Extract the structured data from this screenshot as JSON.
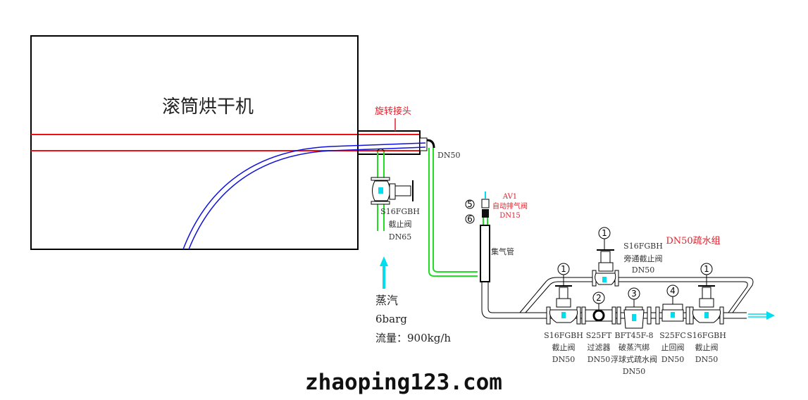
{
  "dryer": {
    "title": "滚筒烘干机"
  },
  "rotary_joint": {
    "label": "旋转接头"
  },
  "pipe_dn50": {
    "label": "DN50"
  },
  "inlet_valve": {
    "model": "S16FGBH",
    "name": "截止阀",
    "size": "DN65"
  },
  "steam": {
    "name": "蒸汽",
    "pressure": "6barg",
    "flow": "流量：900kg/h"
  },
  "air_vent": {
    "tag": "AV1",
    "name": "自动排气阀",
    "size": "DN15",
    "callout_5": "5",
    "callout_6": "6"
  },
  "header": {
    "label": "集气管"
  },
  "drain_group": {
    "title": "DN50疏水组"
  },
  "bypass_valve": {
    "callout": "1",
    "model": "S16FGBH",
    "name": "旁通截止阀",
    "size": "DN50"
  },
  "components": [
    {
      "callout": "1",
      "model": "S16FGBH",
      "name": "截止阀",
      "size": "DN50"
    },
    {
      "callout": "2",
      "model": "S25FT",
      "name": "过滤器",
      "size": "DN50"
    },
    {
      "callout": "3",
      "model": "BFT45F-8",
      "name": "破蒸汽绑",
      "name2": "浮球式疏水阀",
      "size": "DN50"
    },
    {
      "callout": "4",
      "model": "S25FC",
      "name": "止回阀",
      "size": "DN50"
    },
    {
      "callout": "1",
      "model": "S16FGBH",
      "name": "截止阀",
      "size": "DN50"
    }
  ],
  "watermark": "zhaoping123.com",
  "colors": {
    "steam_pipe": "#22dd22",
    "hot_line": "#ee1111",
    "siphon": "#1111dd",
    "flow": "#00ddee"
  }
}
